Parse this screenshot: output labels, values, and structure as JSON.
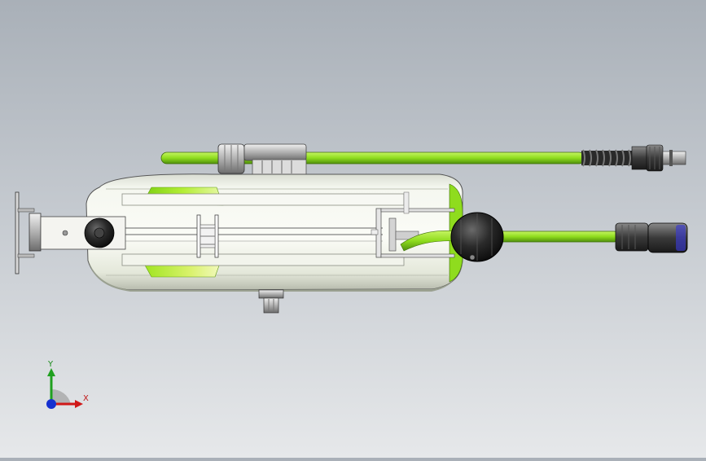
{
  "scene": {
    "title": "",
    "model": "hose-reel",
    "background_top": "#a9b0b8",
    "background_bottom": "#e6e8ea",
    "hose_color": "#8fdc1e",
    "accent_green": "#9ee41e",
    "housing_color": "#e8ebe2"
  },
  "triad": {
    "x_label": "X",
    "y_label": "Y",
    "x_color": "#d01818",
    "y_color": "#1fa01f",
    "z_color": "#1530d0"
  }
}
